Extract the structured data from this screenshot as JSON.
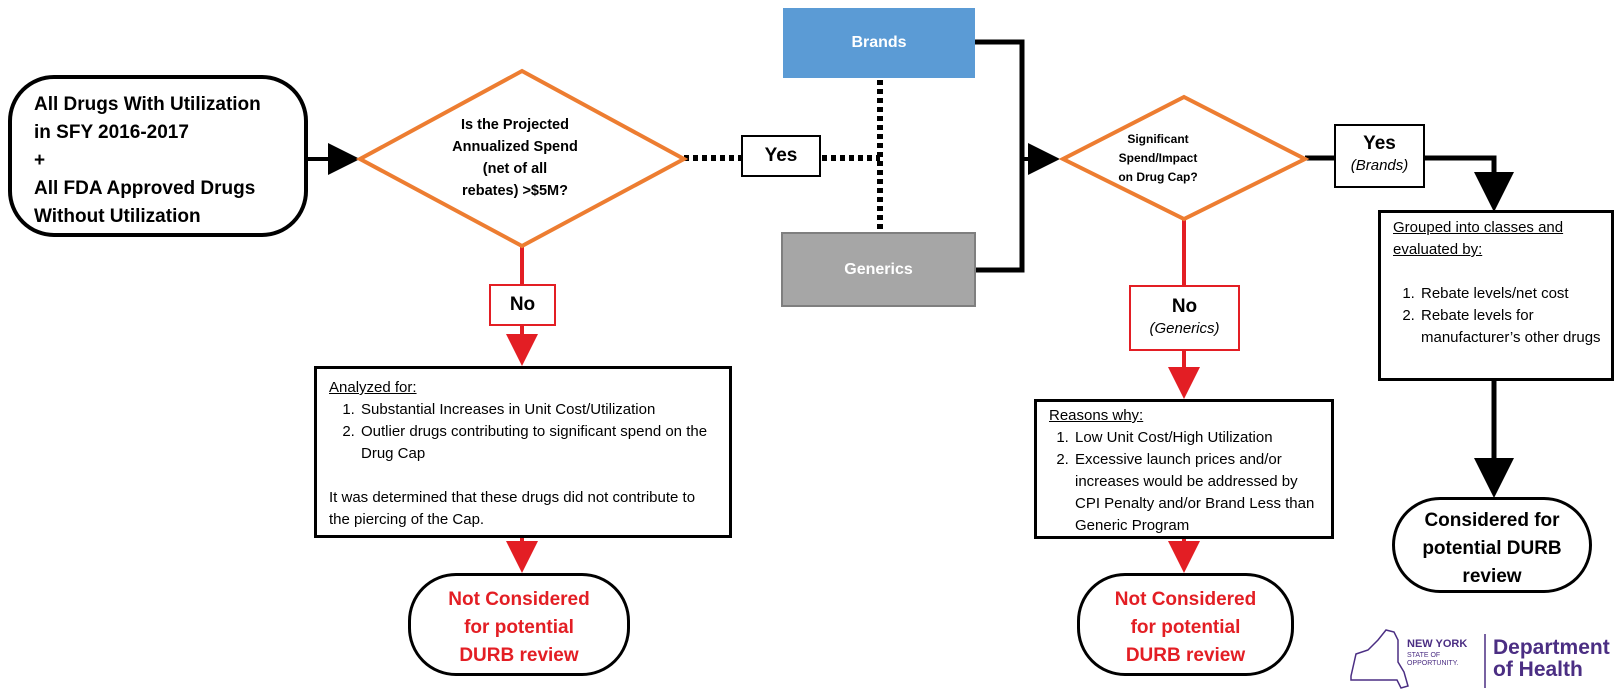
{
  "start": {
    "lines": [
      "All Drugs With Utilization",
      "in SFY 2016-2017",
      "+",
      "All FDA Approved Drugs",
      "Without Utilization"
    ]
  },
  "decision1": {
    "lines": [
      "Is the Projected",
      "Annualized Spend",
      "(net of all",
      "rebates) >$5M?"
    ]
  },
  "yes1": "Yes",
  "no1": "No",
  "brands": "Brands",
  "generics": "Generics",
  "decision2": {
    "lines": [
      "Significant",
      "Spend/Impact",
      "on Drug Cap?"
    ]
  },
  "yes2": {
    "label": "Yes",
    "sub": "(Brands)"
  },
  "no2": {
    "label": "No",
    "sub": "(Generics)"
  },
  "analyzed": {
    "header": "Analyzed for:",
    "items": [
      "Substantial Increases in Unit Cost/Utilization",
      "Outlier drugs contributing to significant spend on the Drug Cap"
    ],
    "paragraph": "It was determined that these drugs did not contribute to the piercing of the Cap."
  },
  "reasons": {
    "header": "Reasons why:",
    "items": [
      "Low Unit Cost/High Utilization",
      "Excessive launch prices and/or increases would be addressed by CPI Penalty and/or Brand Less than Generic Program"
    ]
  },
  "grouped": {
    "header": "Grouped into classes and evaluated by:",
    "items": [
      "Rebate levels/net cost",
      "Rebate levels for manufacturer’s other drugs"
    ]
  },
  "not_considered": {
    "lines": [
      "Not Considered",
      "for potential",
      "DURB review"
    ]
  },
  "considered": {
    "lines": [
      "Considered for",
      "potential DURB",
      "review"
    ]
  },
  "logo": {
    "state": "NEW YORK",
    "tagline_1": "STATE OF",
    "tagline_2": "OPPORTUNITY.",
    "dept_1": "Department",
    "dept_2": "of Health"
  },
  "colors": {
    "diamond_border": "#ed7d31",
    "brands_fill": "#5b9bd5",
    "generics_fill": "#a6a6a6",
    "no_path": "#e31e24",
    "logo": "#4b2e83"
  }
}
